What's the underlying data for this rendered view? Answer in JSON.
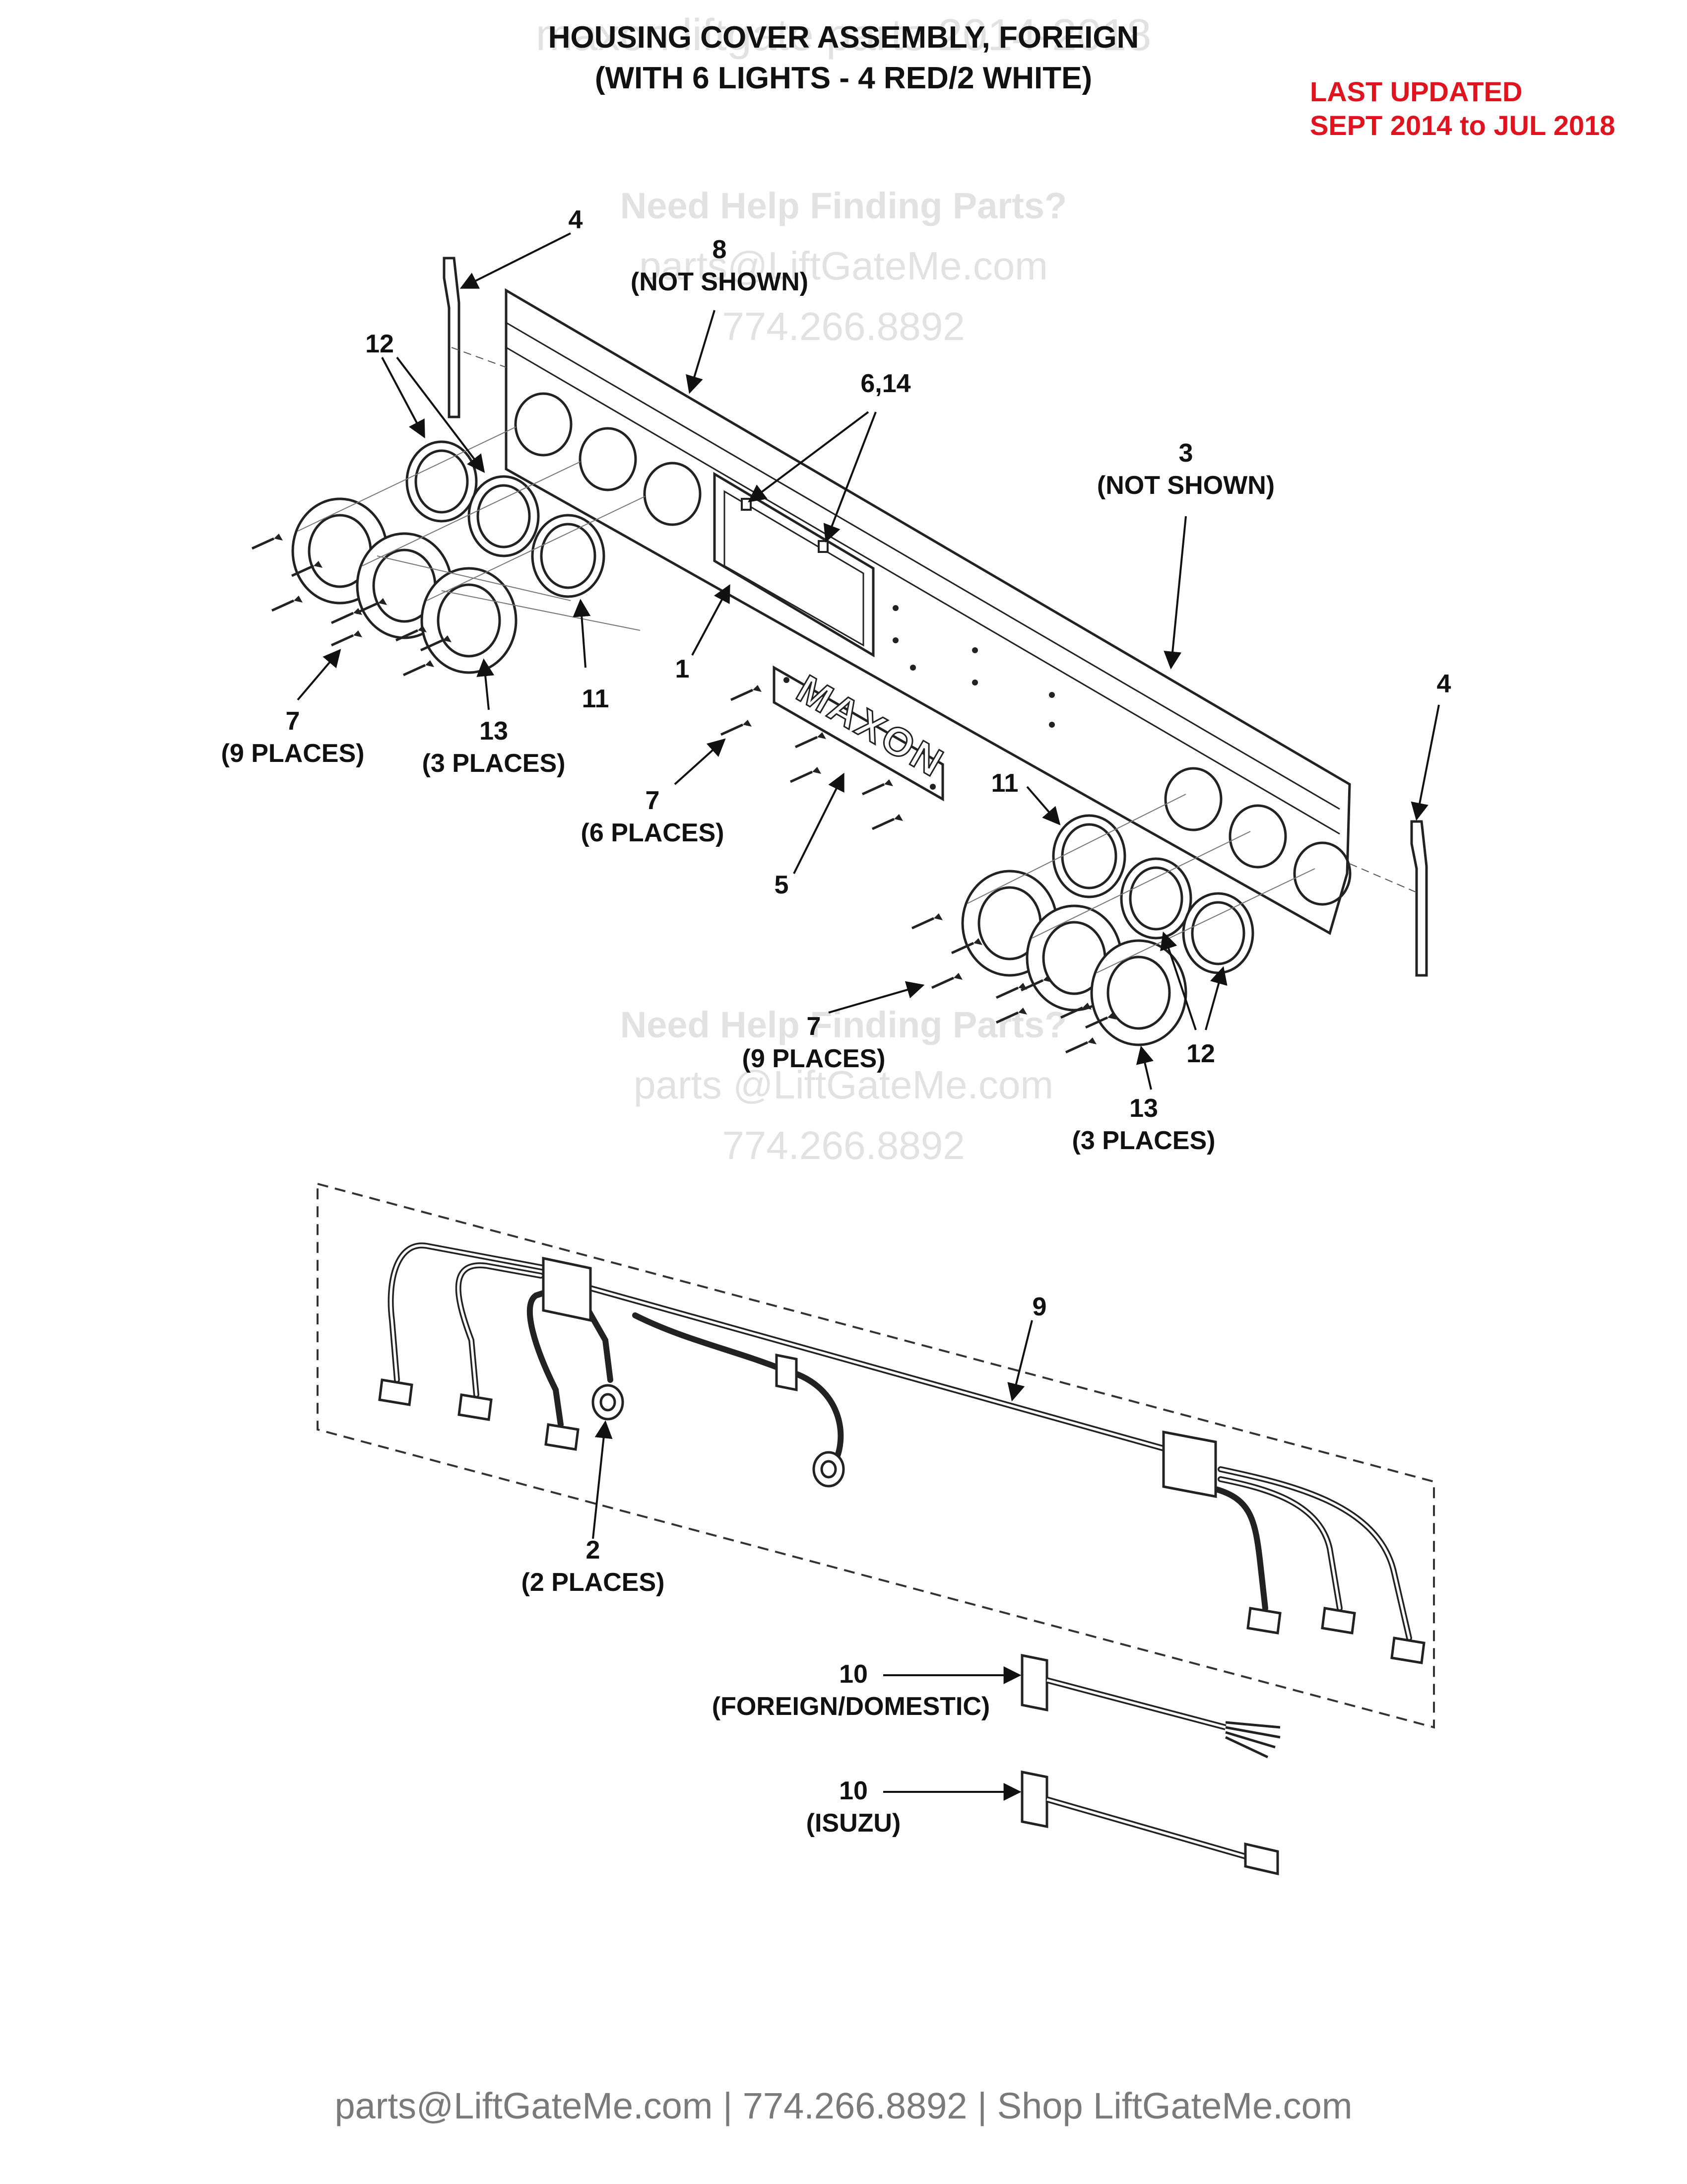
{
  "header": {
    "watermark_top": "maxon liftgate parts 2014-2018",
    "title_line1": "HOUSING COVER ASSEMBLY, FOREIGN",
    "title_line2": "(WITH 6 LIGHTS - 4 RED/2 WHITE)",
    "last_updated_line1": "LAST UPDATED",
    "last_updated_line2": "SEPT 2014 to JUL 2018"
  },
  "watermarks": [
    {
      "line1": "Need Help Finding Parts?",
      "line2": "parts@LiftGateMe.com",
      "line3": "774.266.8892"
    },
    {
      "line1": "Need Help Finding Parts?",
      "line2": "parts @LiftGateMe.com",
      "line3": "774.266.8892"
    }
  ],
  "callouts": {
    "c4_left": "4",
    "c8": "8",
    "c8_note": "(NOT SHOWN)",
    "c12_left": "12",
    "c6_14": "6,14",
    "c3": "3",
    "c3_note": "(NOT SHOWN)",
    "c1": "1",
    "c11_left": "11",
    "c7_left": "7",
    "c7_left_note": "(9 PLACES)",
    "c13_left": "13",
    "c13_left_note": "(3 PLACES)",
    "c7_mid": "7",
    "c7_mid_note": "(6 PLACES)",
    "c5": "5",
    "c4_right": "4",
    "c11_right": "11",
    "c7_right": "7",
    "c7_right_note": "(9 PLACES)",
    "c12_right": "12",
    "c13_right": "13",
    "c13_right_note": "(3 PLACES)",
    "c9": "9",
    "c2": "2",
    "c2_note": "(2 PLACES)",
    "c10_a": "10",
    "c10_a_note": "(FOREIGN/DOMESTIC)",
    "c10_b": "10",
    "c10_b_note": "(ISUZU)"
  },
  "logo_text": "MAXON",
  "footer": {
    "text": "parts@LiftGateMe.com | 774.266.8892 | Shop LiftGateMe.com"
  }
}
